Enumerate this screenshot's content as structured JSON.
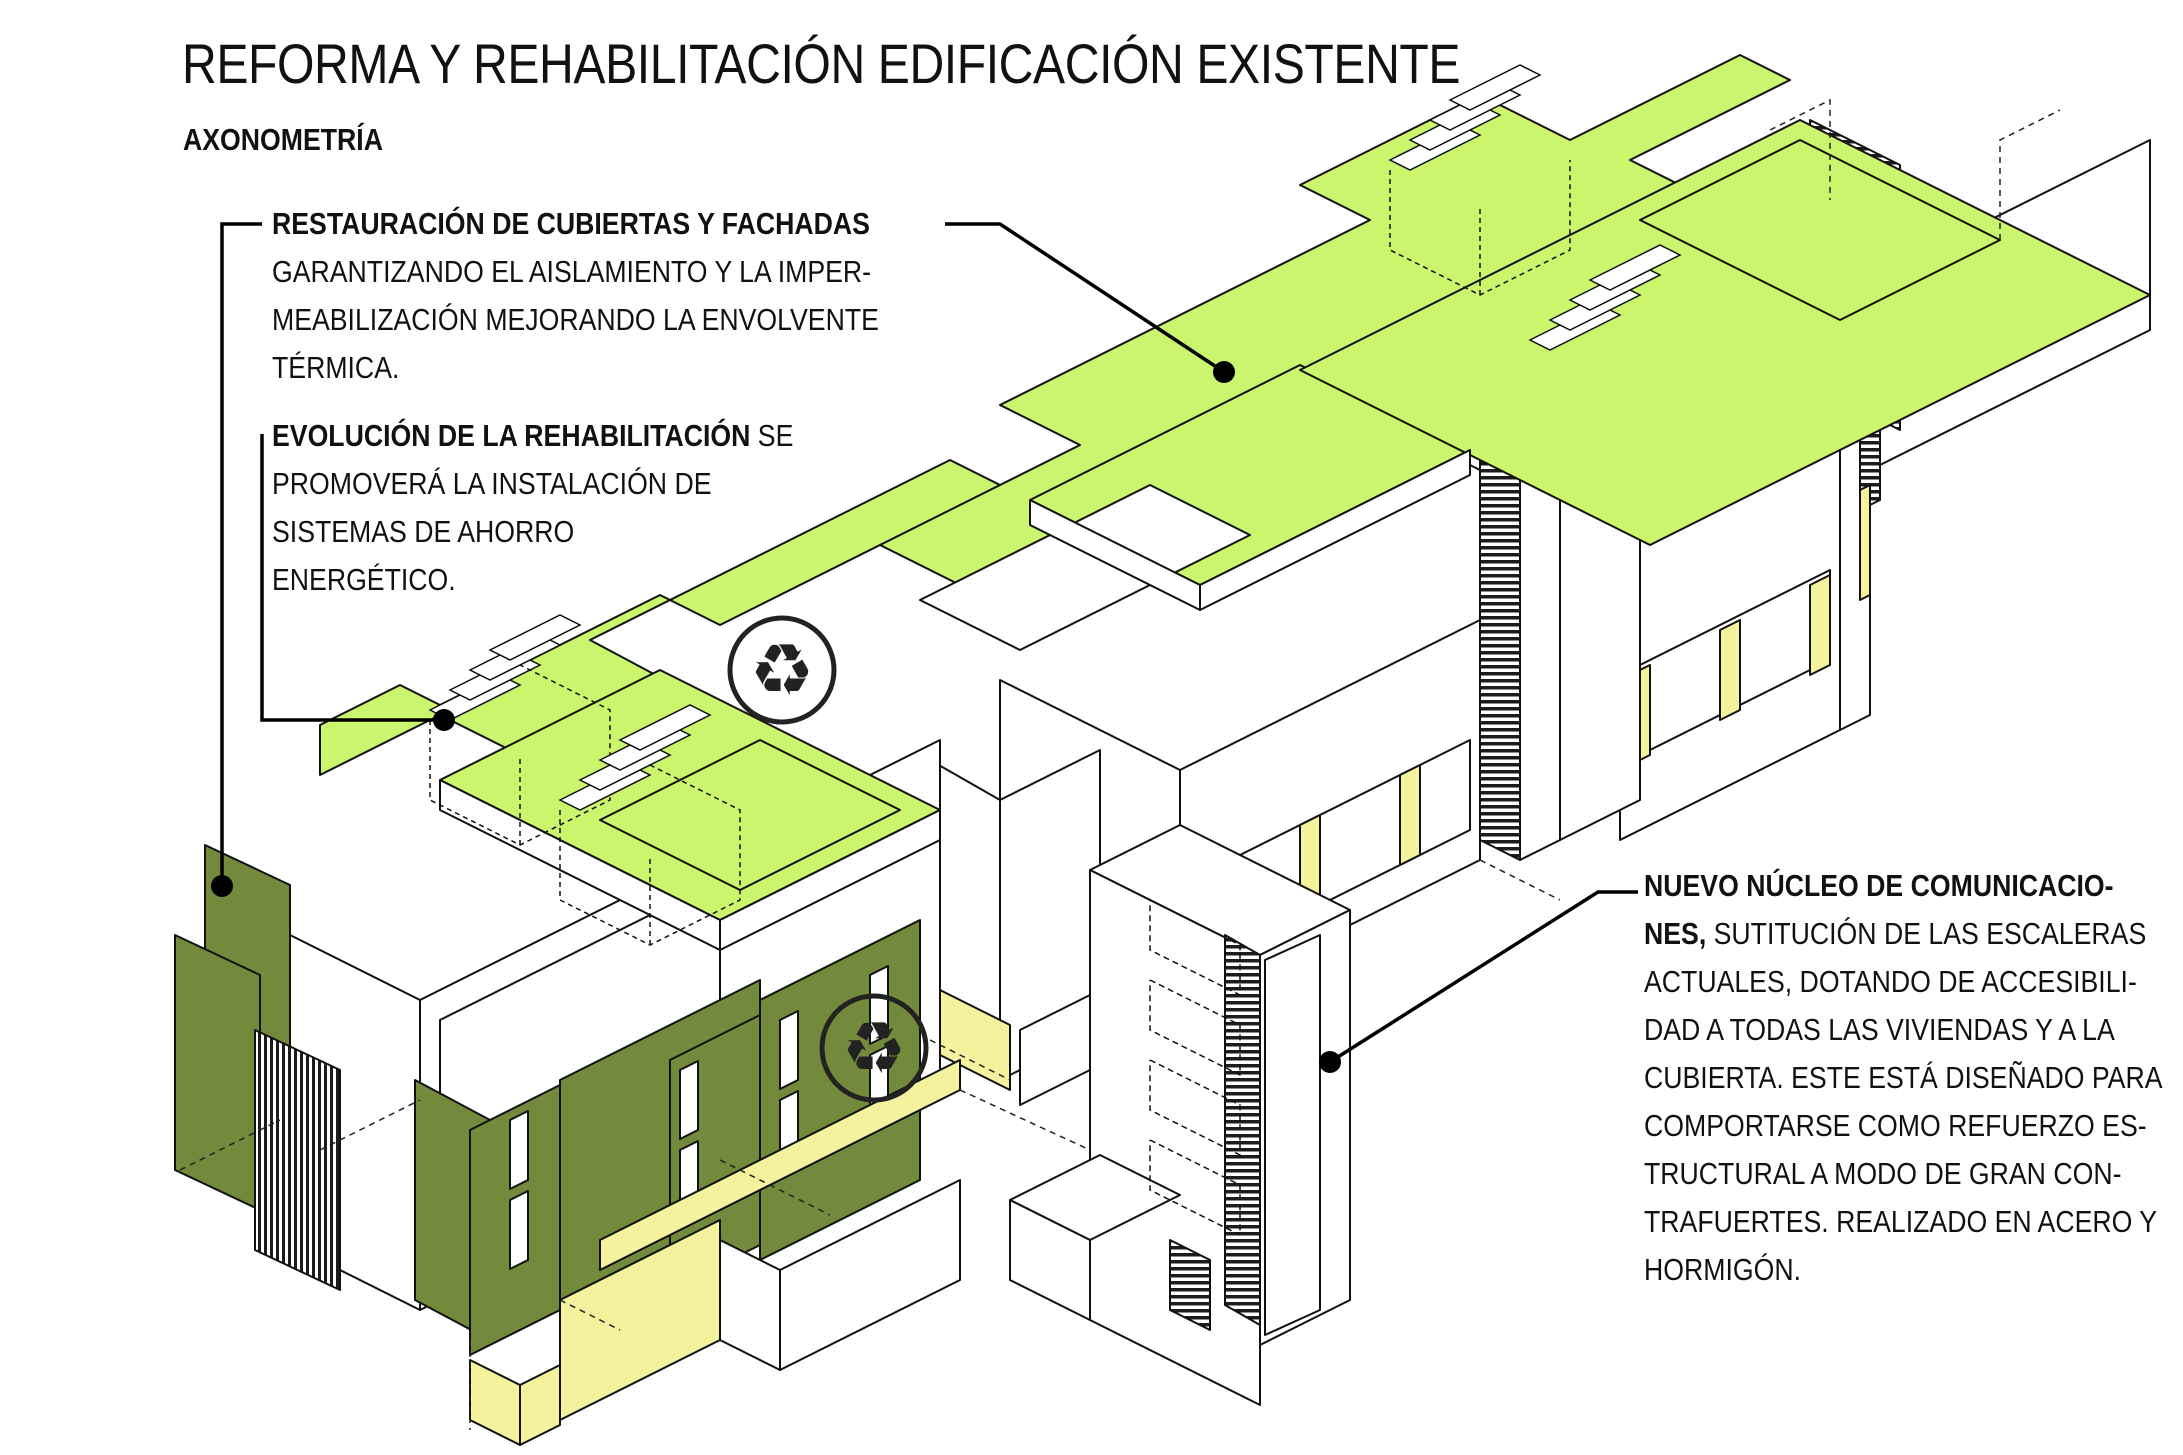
{
  "title": "REFORMA Y REHABILITACIÓN EDIFICACIÓN EXISTENTE",
  "subtitle": "AXONOMETRÍA",
  "annotations": {
    "roofs": {
      "heading": "RESTAURACIÓN DE CUBIERTAS Y FACHADAS",
      "lines": [
        "GARANTIZANDO EL AISLAMIENTO Y LA IMPER-",
        "MEABILIZACIÓN MEJORANDO LA ENVOLVENTE",
        "TÉRMICA."
      ]
    },
    "evolution": {
      "heading": "EVOLUCIÓN DE LA REHABILITACIÓN",
      "heading_tail": " SE",
      "lines": [
        "PROMOVERÁ LA INSTALACIÓN DE",
        "SISTEMAS DE AHORRO",
        "ENERGÉTICO."
      ]
    },
    "core": {
      "heading_lines": [
        "NUEVO NÚCLEO DE COMUNICACIO-",
        "NES,"
      ],
      "heading_tail": " SUTITUCIÓN DE LAS ESCALERAS",
      "lines": [
        "ACTUALES, DOTANDO DE ACCESIBILI-",
        "DAD A TODAS LAS VIVIENDAS Y A LA",
        "CUBIERTA. ESTE ESTÁ DISEÑADO PARA",
        "COMPORTARSE COMO REFUERZO ES-",
        "TRUCTURAL A MODO DE GRAN CON-",
        "TRAFUERTES. REALIZADO EN ACERO Y",
        "HORMIGÓN."
      ]
    }
  },
  "colors": {
    "roof_green": "#ccf56e",
    "facade_green": "#738a3c",
    "glass_yellow": "#f4f29c",
    "line": "#111111"
  },
  "icons": [
    "recycle-icon",
    "solar-panel-icon"
  ]
}
